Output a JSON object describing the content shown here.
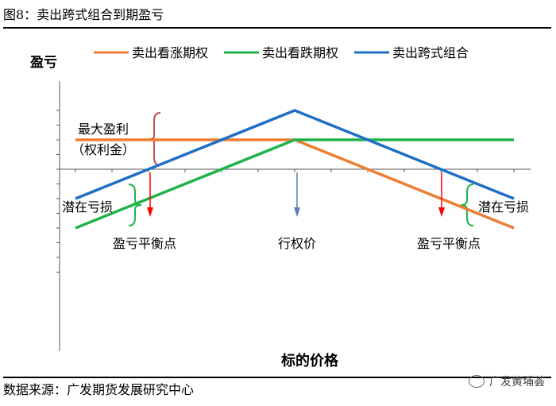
{
  "figure": {
    "title": "图8：卖出跨式组合到期盈亏",
    "source": "数据来源：广发期货发展研究中心",
    "watermark": "广发黄埔荟",
    "watermark_icon": "wechat-icon"
  },
  "chart_data": {
    "type": "line",
    "title": "",
    "xlabel": "标的价格",
    "ylabel": "盈亏",
    "grid": false,
    "legend": "top",
    "xlim": [
      -3,
      3
    ],
    "ylim": [
      -3.5,
      2
    ],
    "series": [
      {
        "name": "卖出看涨期权",
        "color": "#ED7D31",
        "x": [
          -3,
          0,
          3
        ],
        "y": [
          1,
          1,
          -2
        ]
      },
      {
        "name": "卖出看跌期权",
        "color": "#1FB34A",
        "x": [
          -3,
          0,
          3
        ],
        "y": [
          -2,
          1,
          1
        ]
      },
      {
        "name": "卖出跨式组合",
        "color": "#1F6FC6",
        "x": [
          -3,
          0,
          3
        ],
        "y": [
          -1,
          2,
          -1
        ]
      }
    ],
    "annotations": {
      "max_profit": {
        "line1": "最大盈利",
        "line2": "（权利金）",
        "y_range": [
          0,
          1
        ]
      },
      "potential_loss_left": {
        "text": "潜在亏损"
      },
      "potential_loss_right": {
        "text": "潜在亏损"
      },
      "breakeven_left": {
        "text": "盈亏平衡点",
        "x": -2,
        "color": "#FF0000"
      },
      "strike": {
        "text": "行权价",
        "x": 0,
        "color": "#5B7FB5"
      },
      "breakeven_right": {
        "text": "盈亏平衡点",
        "x": 2,
        "color": "#FF0000"
      }
    }
  }
}
